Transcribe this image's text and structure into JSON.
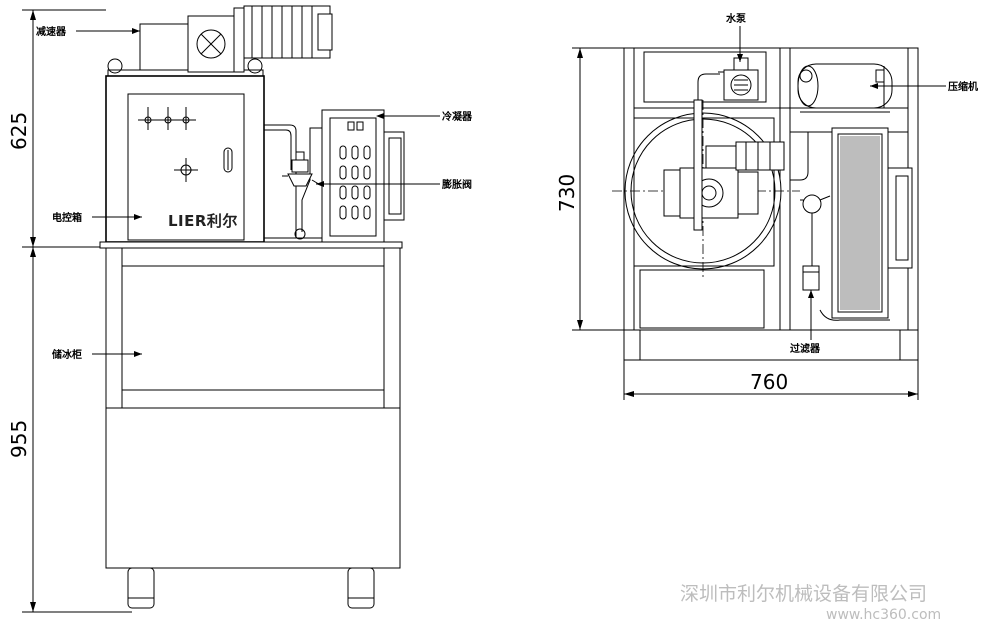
{
  "labels": {
    "reducer": "减速器",
    "control_box": "电控箱",
    "condenser": "冷凝器",
    "expansion_valve": "膨胀阀",
    "ice_storage": "储冰柜",
    "water_pump": "水泵",
    "compressor": "压缩机",
    "filter": "过滤器"
  },
  "dimensions": {
    "upper_height": "625",
    "lower_height": "955",
    "top_depth": "730",
    "top_width": "760"
  },
  "brand": "LIER利尔",
  "watermark": {
    "company": "深圳市利尔机械设备有限公司",
    "site": "www.hc360.com"
  }
}
